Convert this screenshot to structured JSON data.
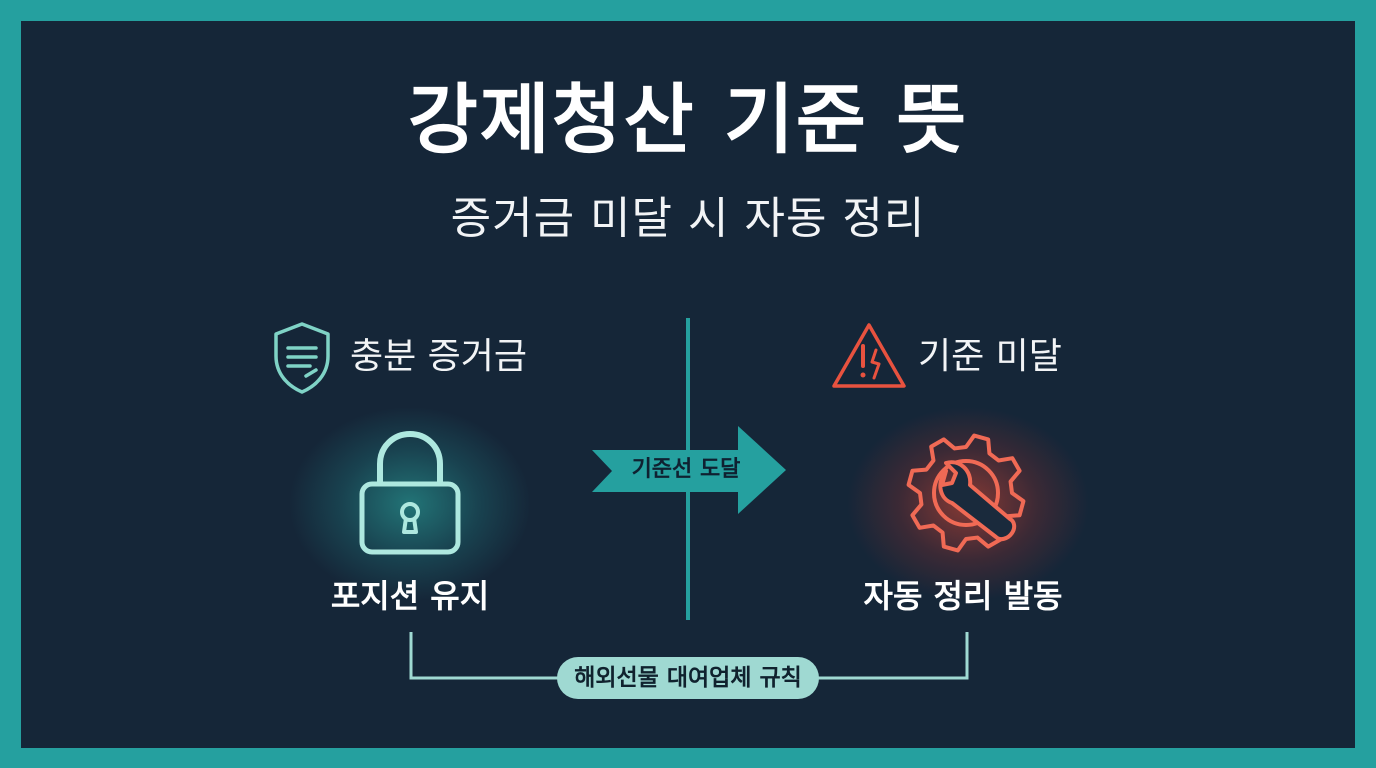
{
  "title": "강제청산 기준 뜻",
  "subtitle": "증거금 미달 시 자동 정리",
  "left": {
    "heading": "충분 증거금",
    "heading_icon": "shield-document-icon",
    "state_icon": "lock-icon",
    "caption": "포지션 유지"
  },
  "middle": {
    "arrow_label": "기준선 도달"
  },
  "right": {
    "heading": "기준 미달",
    "heading_icon": "warning-triangle-icon",
    "state_icon": "gear-wrench-icon",
    "caption": "자동 정리 발동"
  },
  "footer": {
    "label": "해외선물 대여업체 규칙"
  },
  "colors": {
    "teal": "#25a09f",
    "background": "#152638",
    "mint": "#9fd9d2",
    "red": "#e8523f"
  }
}
